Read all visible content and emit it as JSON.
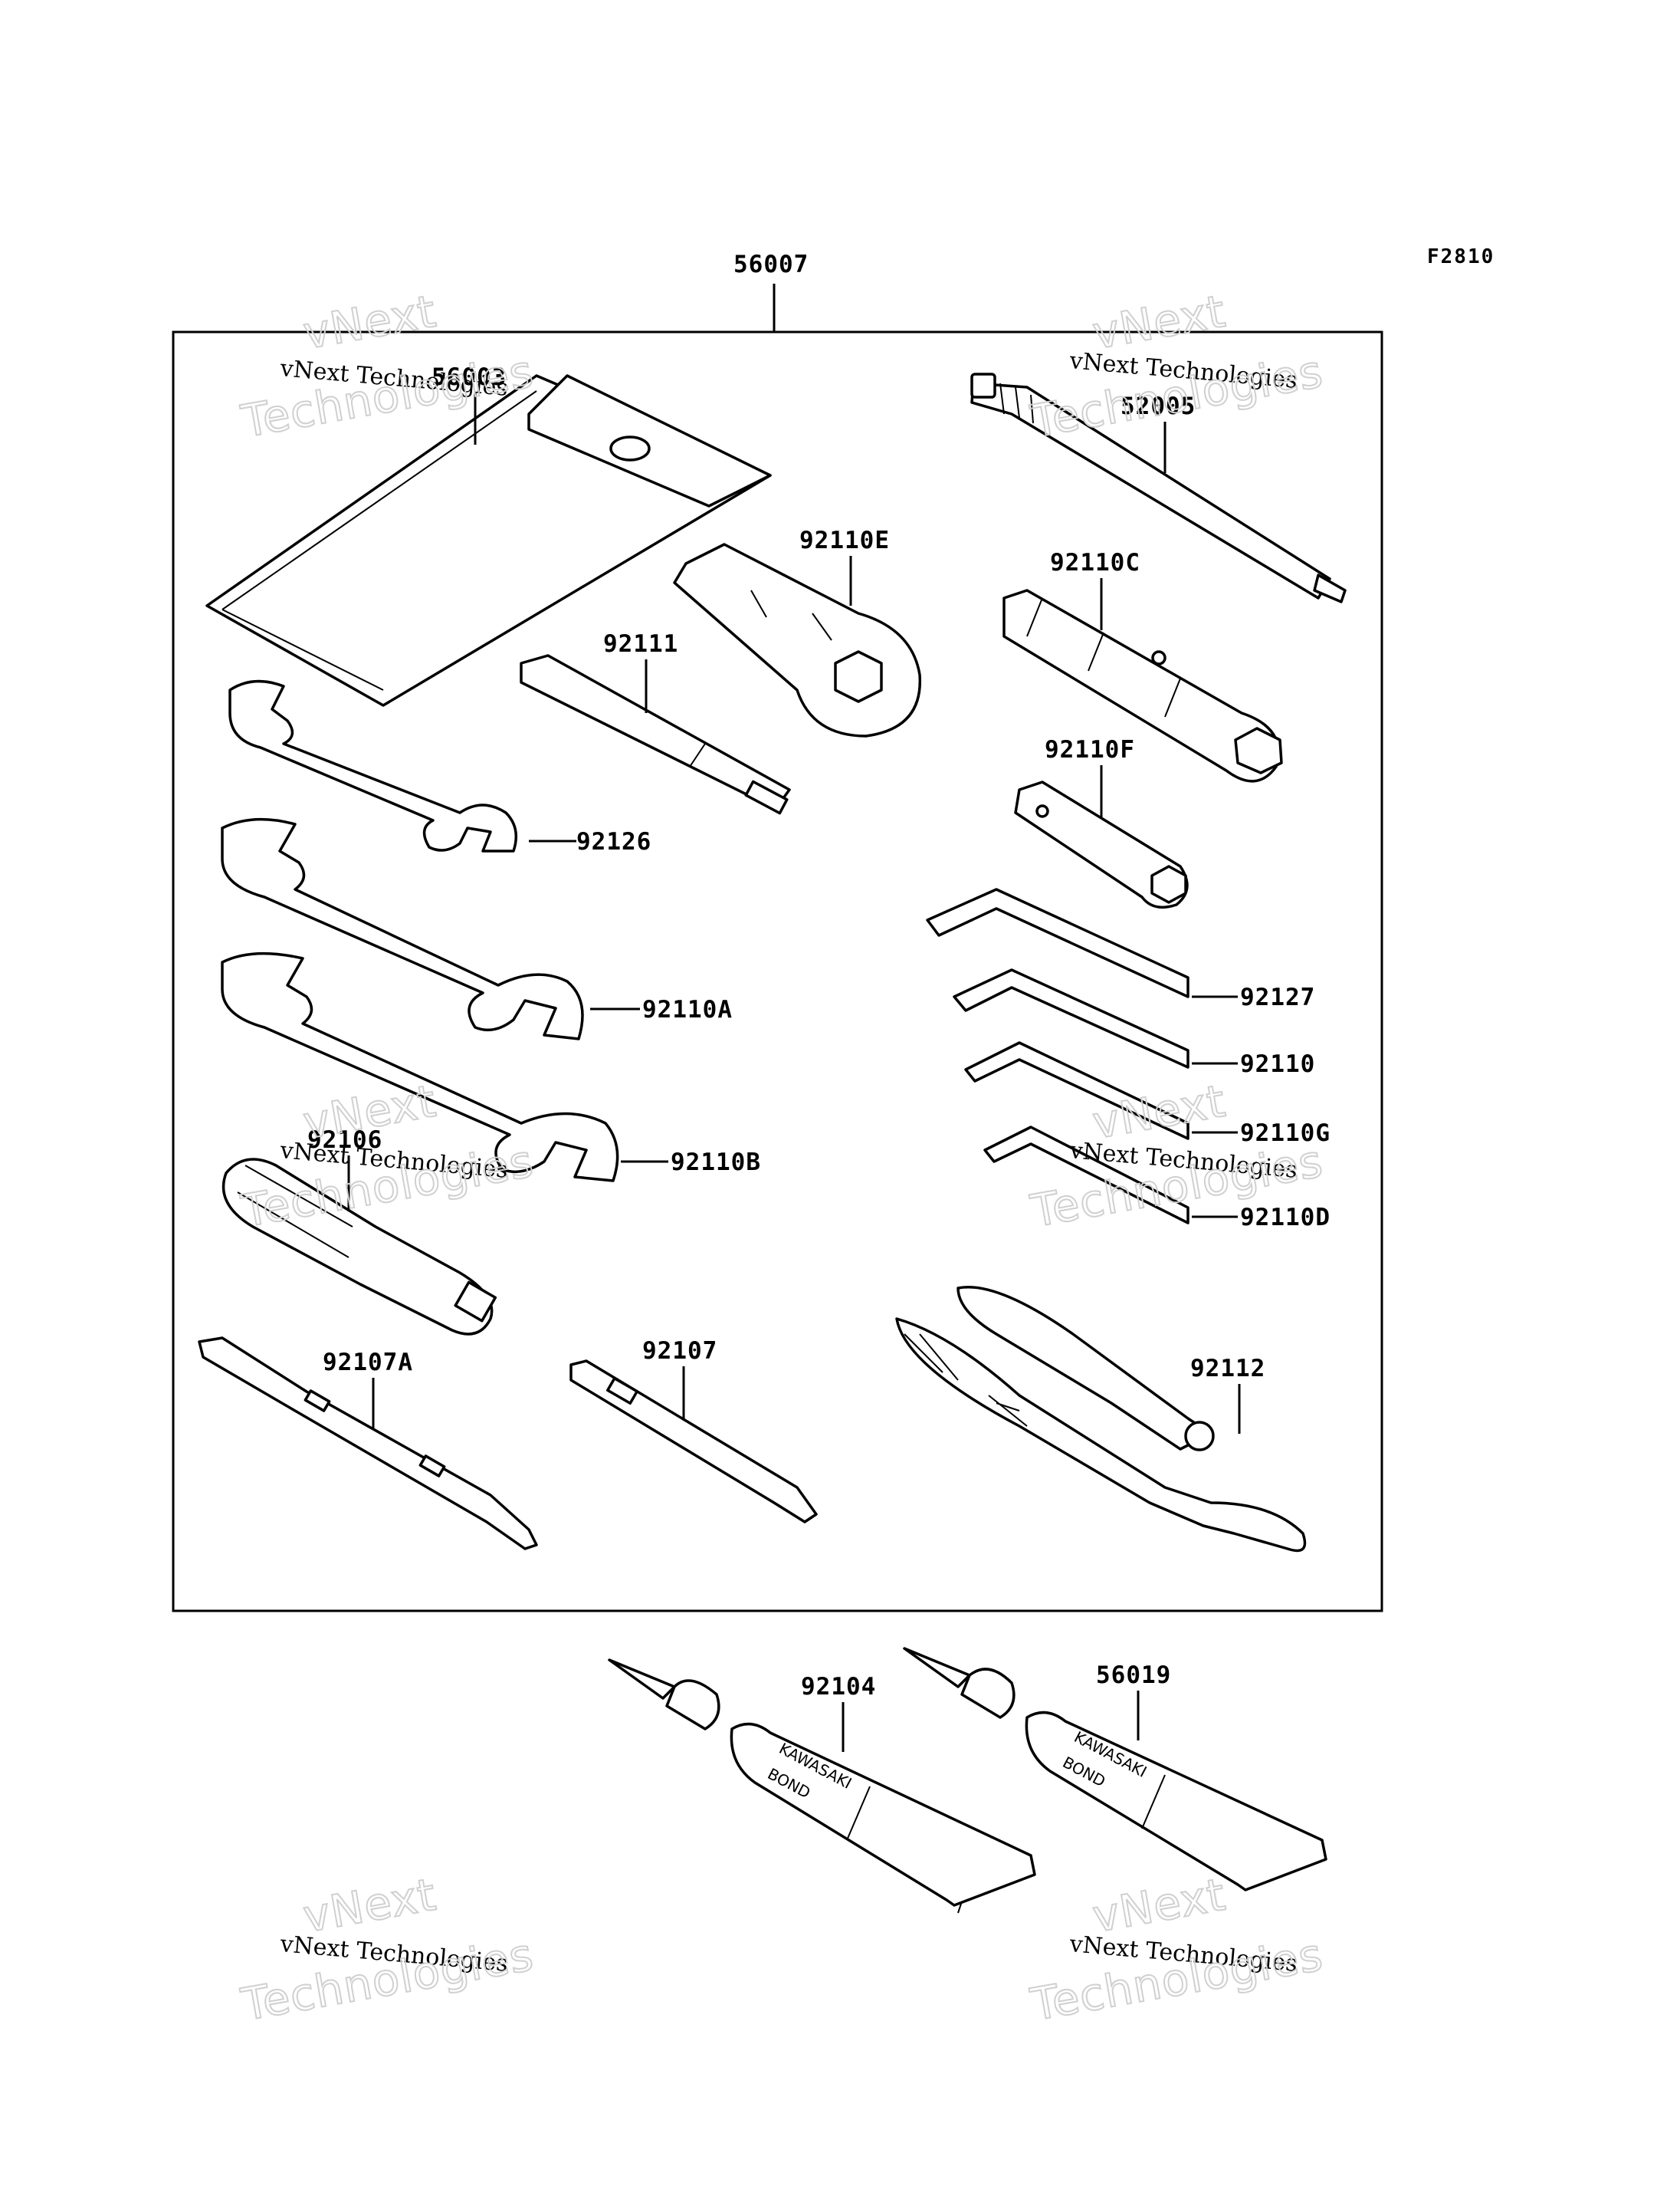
{
  "figure_code": "F2810",
  "kit_label": "56007",
  "parts": {
    "p56003": "56003",
    "p52005": "52005",
    "p92110E": "92110E",
    "p92110C": "92110C",
    "p92111": "92111",
    "p92110F": "92110F",
    "p92126": "92126",
    "p92127": "92127",
    "p92110A": "92110A",
    "p92110": "92110",
    "p92110G": "92110G",
    "p92106": "92106",
    "p92110B": "92110B",
    "p92110D": "92110D",
    "p92107A": "92107A",
    "p92107": "92107",
    "p92112": "92112",
    "p92104": "92104",
    "p56019": "56019"
  },
  "tube_text": {
    "brand": "KAWASAKI",
    "product": "BOND"
  },
  "watermark": {
    "line1": "vNext",
    "line2": "vNext Technologies",
    "line3": "Technologies"
  }
}
